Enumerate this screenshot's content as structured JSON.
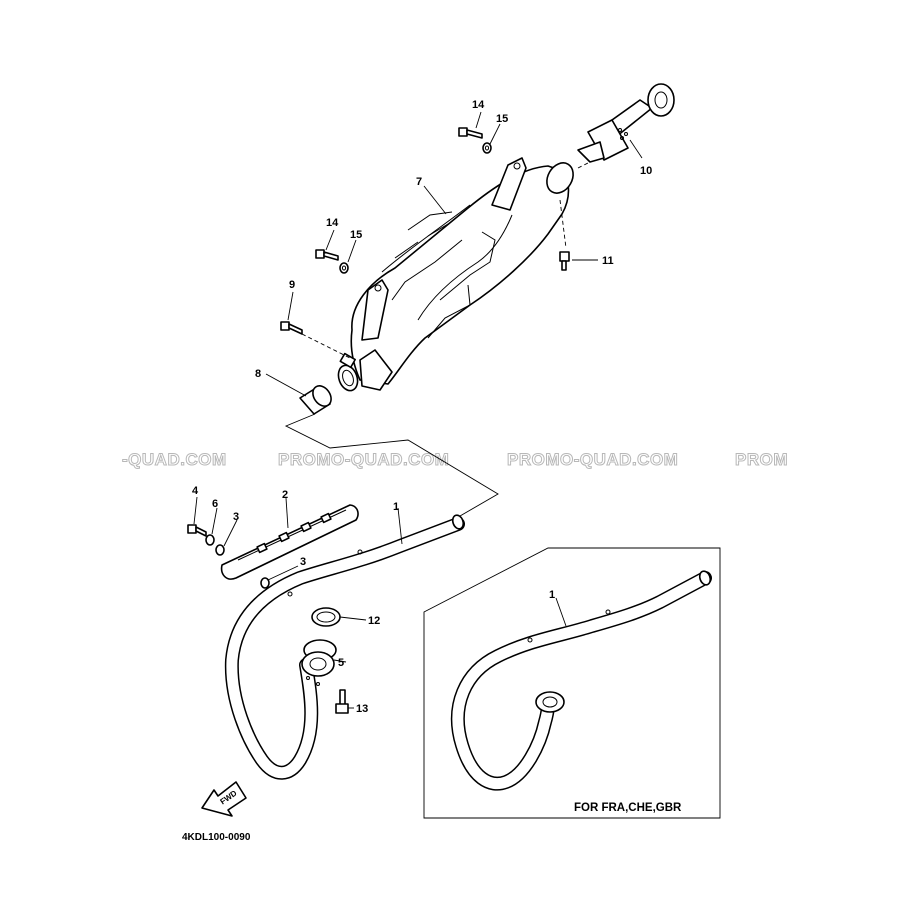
{
  "watermarks": [
    "-QUAD.COM",
    "PROMO-QUAD.COM",
    "PROMO-QUAD.COM",
    "PROM"
  ],
  "callouts": {
    "c1": "1",
    "c1b": "1",
    "c2": "2",
    "c3a": "3",
    "c3b": "3",
    "c4": "4",
    "c5": "5",
    "c6": "6",
    "c7": "7",
    "c8": "8",
    "c9": "9",
    "c10": "10",
    "c11": "11",
    "c12": "12",
    "c13": "13",
    "c14a": "14",
    "c14b": "14",
    "c15a": "15",
    "c15b": "15"
  },
  "inset_note": "FOR FRA,CHE,GBR",
  "fwd_label": "FWD",
  "diagram_code": "4KDL100-0090"
}
